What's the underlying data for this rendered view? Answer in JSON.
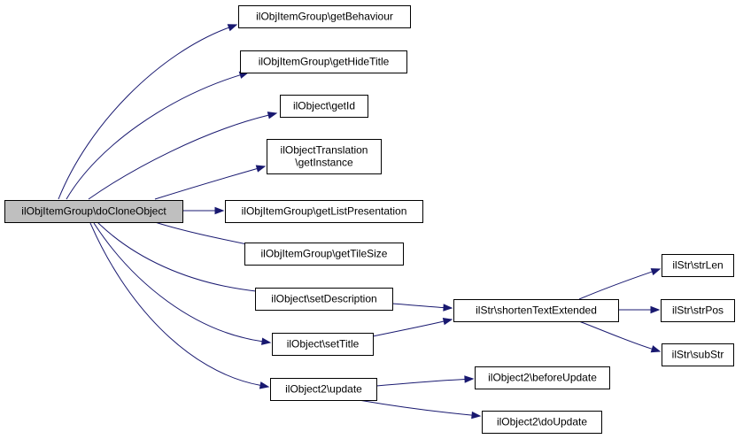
{
  "colors": {
    "root_fill": "#bfbfbf",
    "node_fill": "#ffffff",
    "border": "#000000",
    "edge": "#191970",
    "text": "#000000"
  },
  "nodes": [
    {
      "id": "root",
      "lines": [
        "ilObjItemGroup\\doCloneObject"
      ]
    },
    {
      "id": "getBehaviour",
      "lines": [
        "ilObjItemGroup\\getBehaviour"
      ]
    },
    {
      "id": "getHideTitle",
      "lines": [
        "ilObjItemGroup\\getHideTitle"
      ]
    },
    {
      "id": "getId",
      "lines": [
        "ilObject\\getId"
      ]
    },
    {
      "id": "getInstance",
      "lines": [
        "ilObjectTranslation",
        "\\getInstance"
      ]
    },
    {
      "id": "getListPresentation",
      "lines": [
        "ilObjItemGroup\\getListPresentation"
      ]
    },
    {
      "id": "getTileSize",
      "lines": [
        "ilObjItemGroup\\getTileSize"
      ]
    },
    {
      "id": "setDescription",
      "lines": [
        "ilObject\\setDescription"
      ]
    },
    {
      "id": "setTitle",
      "lines": [
        "ilObject\\setTitle"
      ]
    },
    {
      "id": "update",
      "lines": [
        "ilObject2\\update"
      ]
    },
    {
      "id": "shortenTextExtended",
      "lines": [
        "ilStr\\shortenTextExtended"
      ]
    },
    {
      "id": "beforeUpdate",
      "lines": [
        "ilObject2\\beforeUpdate"
      ]
    },
    {
      "id": "doUpdate",
      "lines": [
        "ilObject2\\doUpdate"
      ]
    },
    {
      "id": "strLen",
      "lines": [
        "ilStr\\strLen"
      ]
    },
    {
      "id": "strPos",
      "lines": [
        "ilStr\\strPos"
      ]
    },
    {
      "id": "subStr",
      "lines": [
        "ilStr\\subStr"
      ]
    }
  ],
  "edges": [
    {
      "from": "root",
      "to": "getBehaviour"
    },
    {
      "from": "root",
      "to": "getHideTitle"
    },
    {
      "from": "root",
      "to": "getId"
    },
    {
      "from": "root",
      "to": "getInstance"
    },
    {
      "from": "root",
      "to": "getListPresentation"
    },
    {
      "from": "root",
      "to": "getTileSize"
    },
    {
      "from": "root",
      "to": "setDescription"
    },
    {
      "from": "root",
      "to": "setTitle"
    },
    {
      "from": "root",
      "to": "update"
    },
    {
      "from": "setDescription",
      "to": "shortenTextExtended"
    },
    {
      "from": "setTitle",
      "to": "shortenTextExtended"
    },
    {
      "from": "update",
      "to": "beforeUpdate"
    },
    {
      "from": "update",
      "to": "doUpdate"
    },
    {
      "from": "shortenTextExtended",
      "to": "strLen"
    },
    {
      "from": "shortenTextExtended",
      "to": "strPos"
    },
    {
      "from": "shortenTextExtended",
      "to": "subStr"
    }
  ]
}
